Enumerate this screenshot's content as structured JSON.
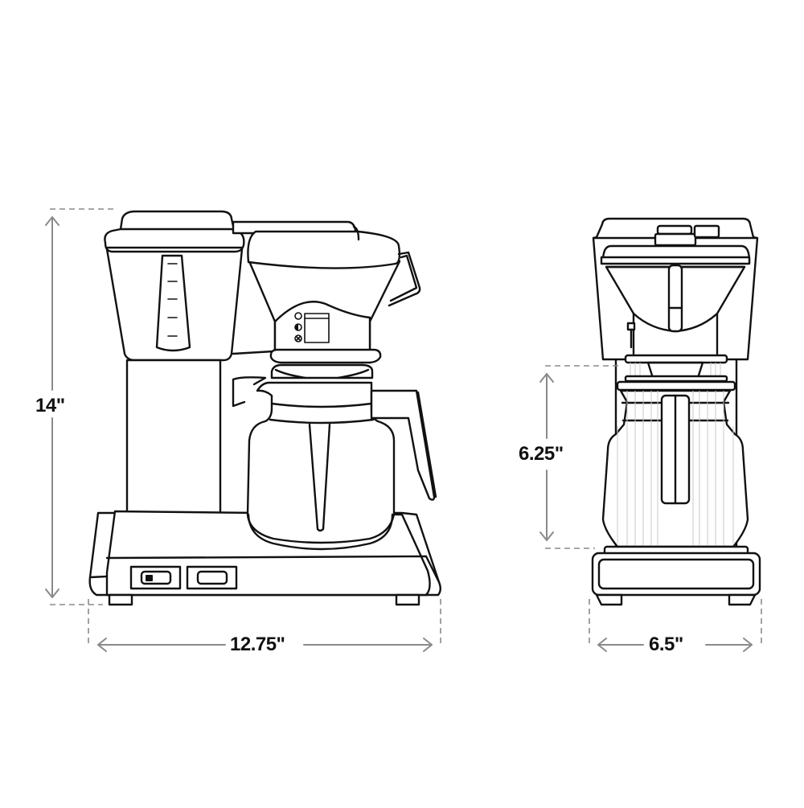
{
  "diagram": {
    "subject": "Coffee brewer dimension drawing",
    "views": [
      {
        "name": "side-view",
        "label": "Side view"
      },
      {
        "name": "front-view",
        "label": "Front view"
      }
    ],
    "colors": {
      "outline": "#111111",
      "dimension_line": "#8a8a8a",
      "background": "#ffffff",
      "ribbing": "#c8c8c8"
    }
  },
  "dimensions": {
    "height": {
      "value": "14\"",
      "axis": "vertical",
      "view": "side"
    },
    "width": {
      "value": "12.75\"",
      "axis": "horizontal",
      "view": "side"
    },
    "carafe_clearance": {
      "value": "6.25\"",
      "axis": "vertical",
      "view": "front"
    },
    "depth": {
      "value": "6.5\"",
      "axis": "horizontal",
      "view": "front"
    }
  },
  "brew_basket_indicators": [
    "circle-open",
    "circle-half",
    "circle-x"
  ],
  "water_tank_level_marks": 5
}
